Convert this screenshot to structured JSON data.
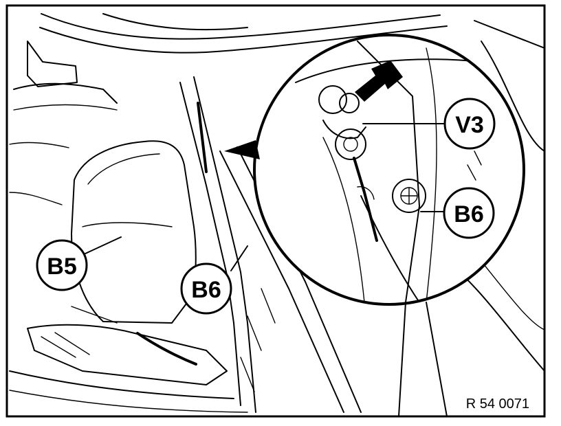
{
  "figure": {
    "callouts": {
      "b5": "B5",
      "b6_main": "B6",
      "v3": "V3",
      "b6_detail": "B6"
    },
    "reference_code": "R 54 0071"
  }
}
